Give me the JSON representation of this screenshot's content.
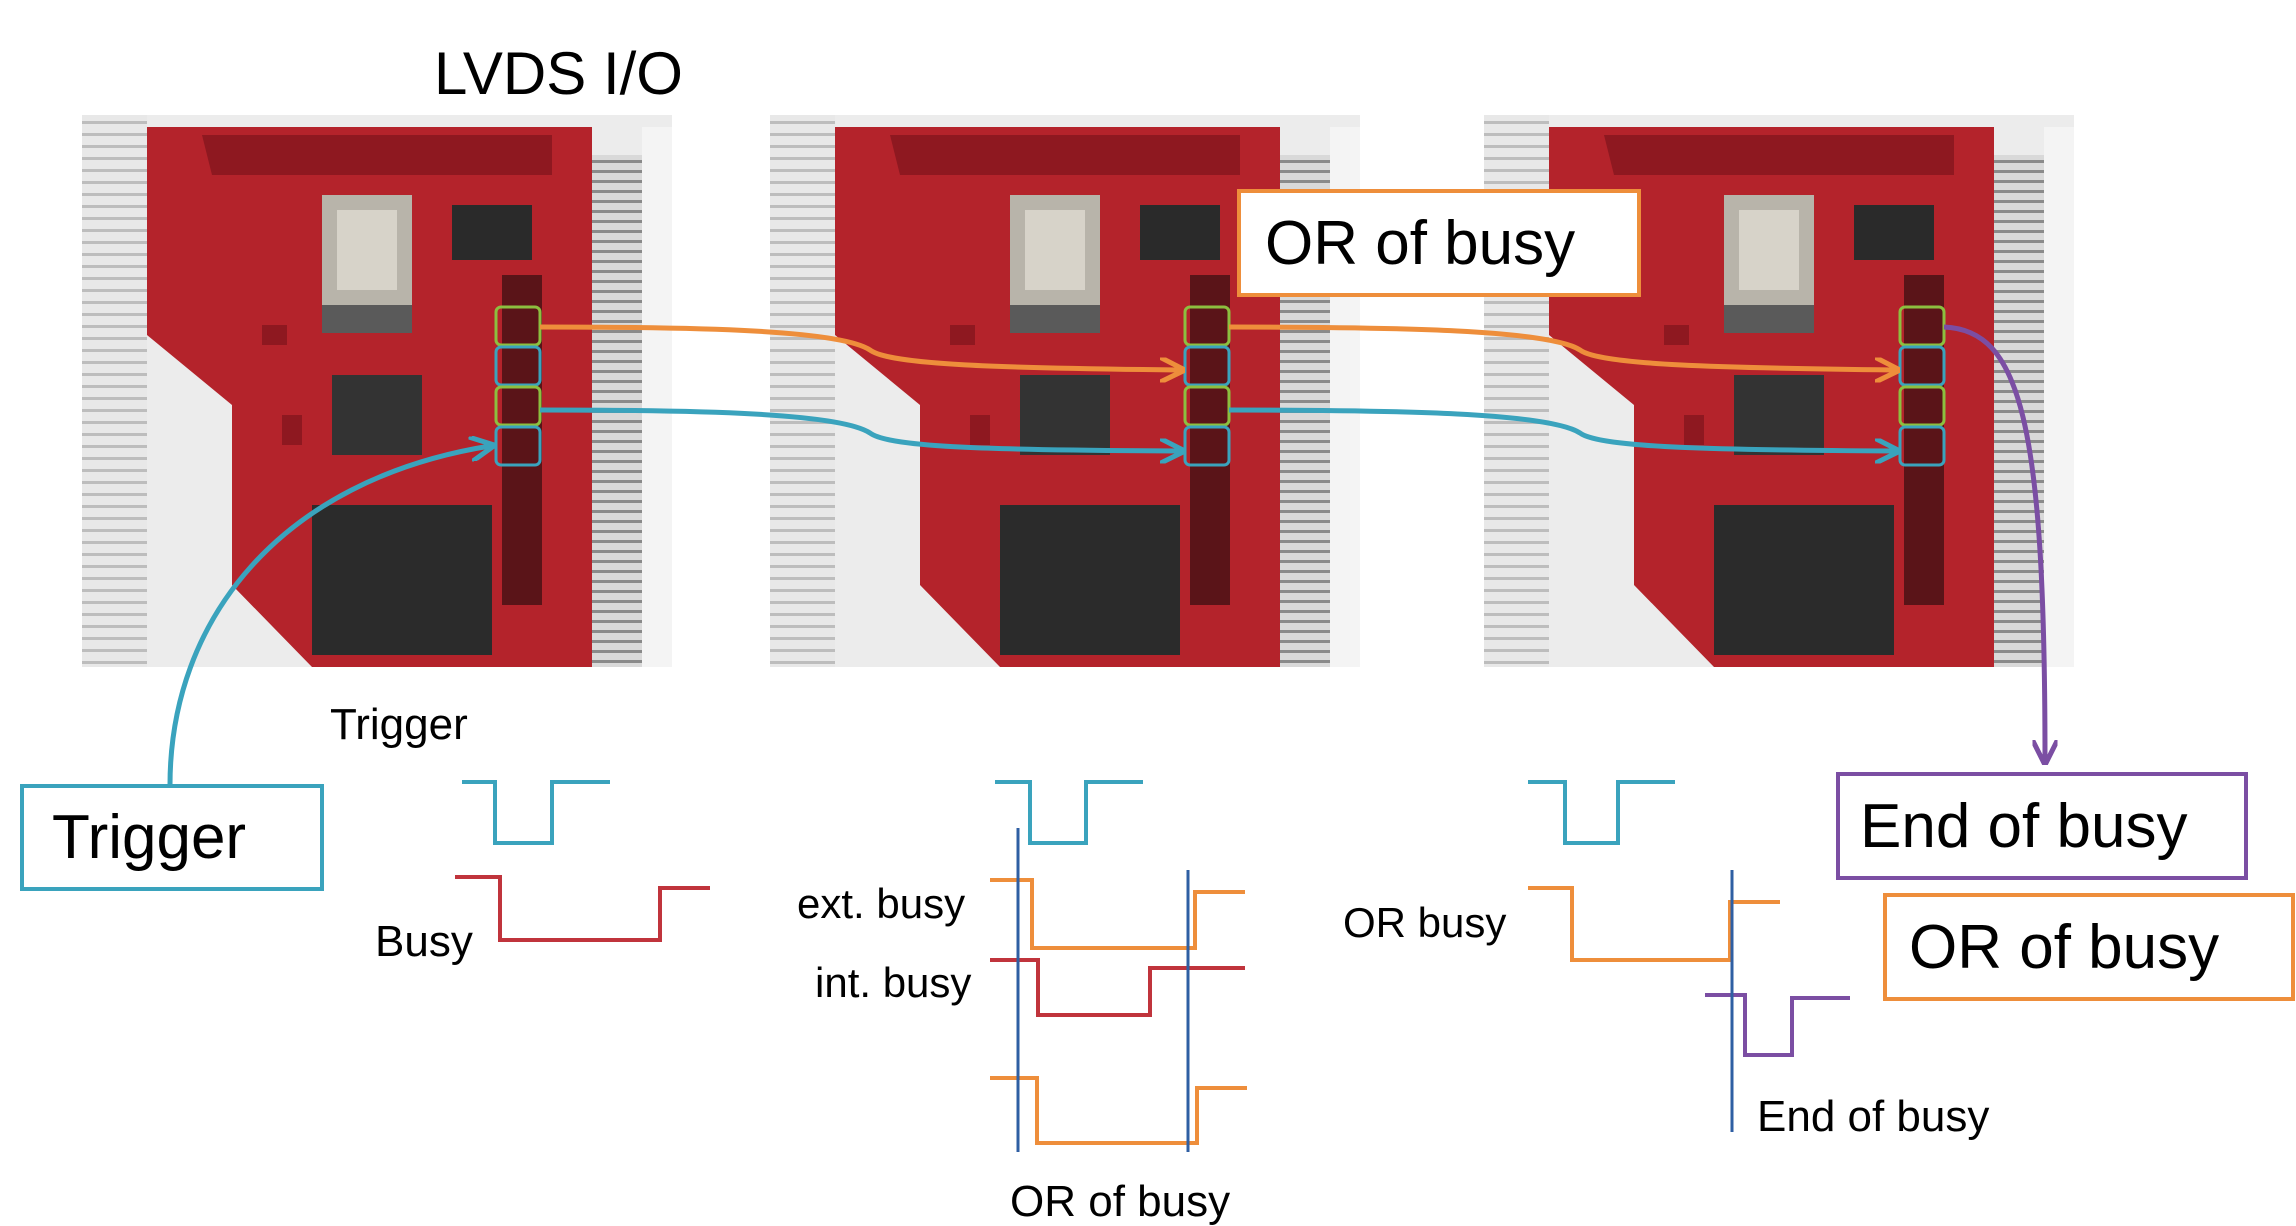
{
  "title": "LVDS I/O",
  "callouts": {
    "trigger": "Trigger",
    "or_of_busy_top": "OR of busy",
    "end_of_busy": "End of busy",
    "or_of_busy_right": "OR of busy"
  },
  "waveforms": {
    "board1_trigger": "Trigger",
    "board1_busy": "Busy",
    "board2_ext_busy": "ext. busy",
    "board2_int_busy": "int. busy",
    "board2_or_of_busy": "OR of busy",
    "board3_or_busy": "OR busy",
    "board3_end_of_busy": "End of busy"
  },
  "colors": {
    "trigger_line": "#3aa3bd",
    "busy_or_line": "#ee8e3b",
    "end_of_busy_line": "#7b4ea3",
    "int_busy_line": "#c0343c",
    "connector_green": "#8cbf3f",
    "board_red": "#b4232b",
    "marker_blue": "#2f5fa3"
  }
}
